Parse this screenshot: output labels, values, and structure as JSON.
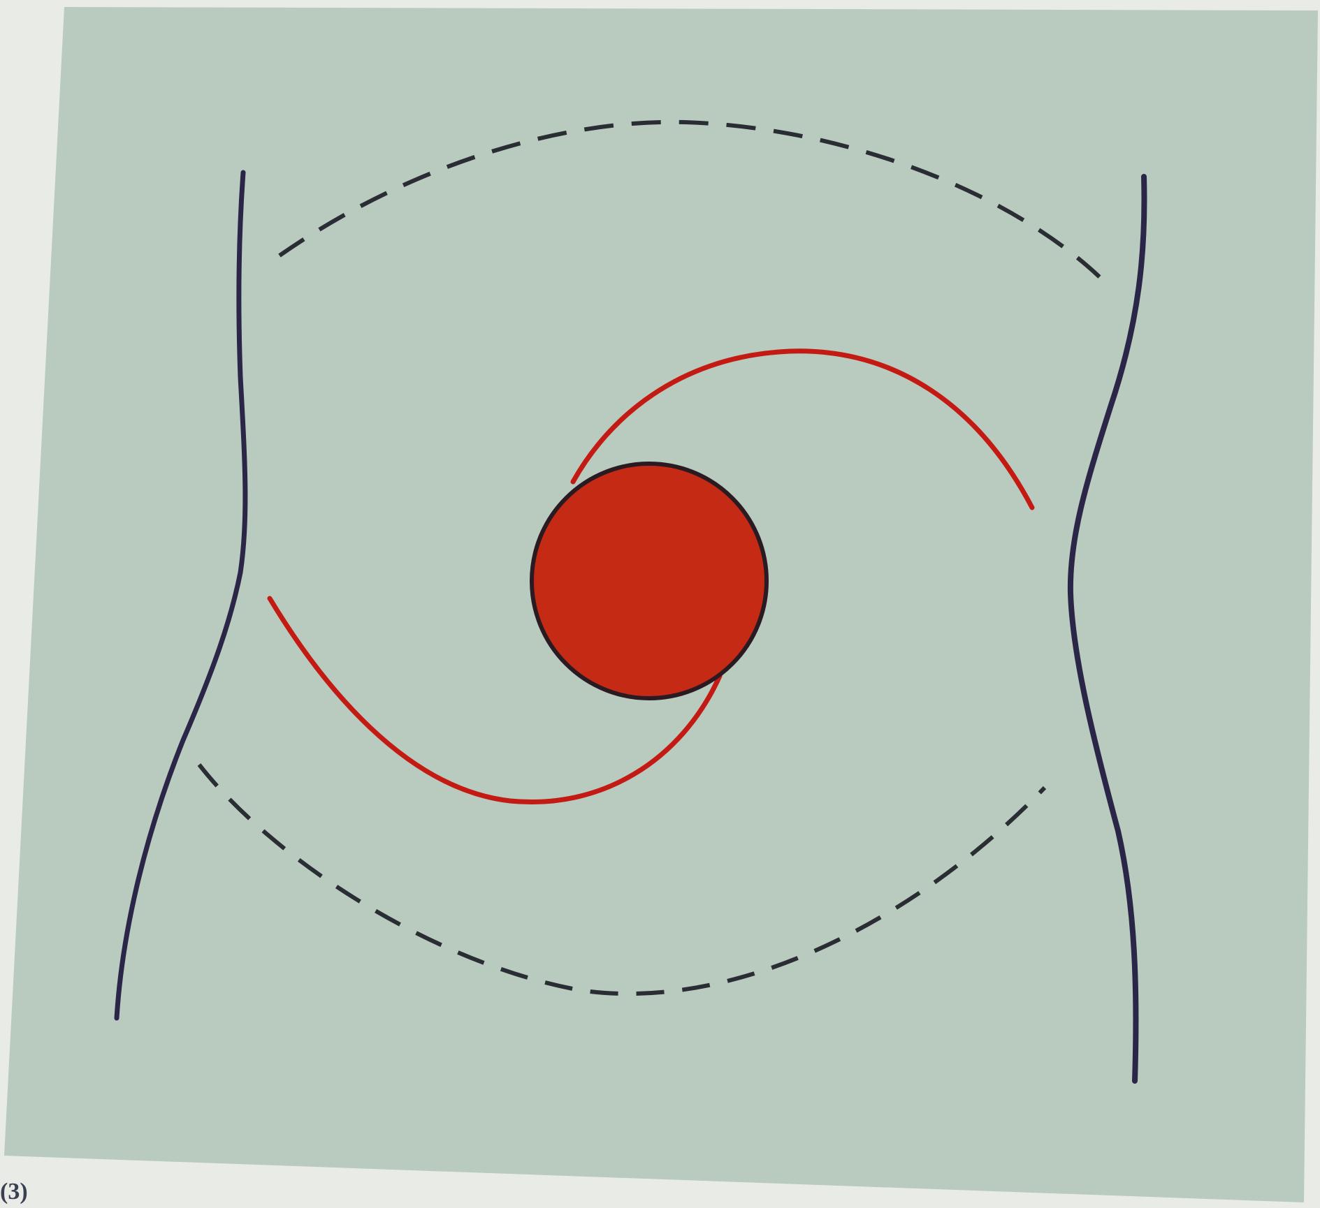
{
  "figure": {
    "caption": "(3)",
    "colors": {
      "page_background": "#e9ebe7",
      "panel_background": "#b8cbbe",
      "body_outline": "#2b2547",
      "abdominal_boundary_dashes": "#2a2d33",
      "incision": "#c41a14",
      "umbilicus_fill": "#c42a14",
      "umbilicus_outline": "#2a1a22"
    },
    "elements": [
      {
        "name": "left-flank-outline",
        "style": "solid",
        "color_key": "body_outline"
      },
      {
        "name": "right-flank-outline",
        "style": "solid",
        "color_key": "body_outline"
      },
      {
        "name": "upper-boundary-line",
        "style": "dashed",
        "color_key": "abdominal_boundary_dashes"
      },
      {
        "name": "lower-boundary-line",
        "style": "dashed",
        "color_key": "abdominal_boundary_dashes"
      },
      {
        "name": "upper-incision-curve",
        "style": "solid",
        "color_key": "incision"
      },
      {
        "name": "lower-incision-curve",
        "style": "solid",
        "color_key": "incision"
      },
      {
        "name": "umbilicus-circle",
        "style": "filled",
        "color_key": "umbilicus_fill"
      }
    ]
  }
}
